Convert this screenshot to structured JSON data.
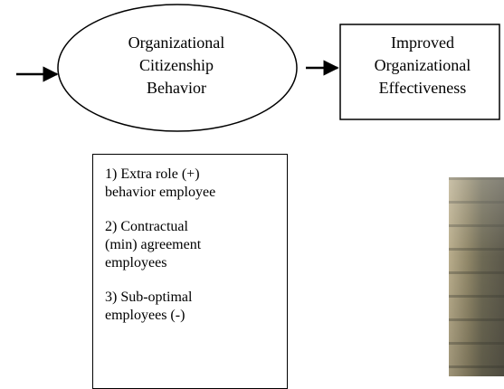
{
  "ellipse": {
    "lines": [
      "Organizational",
      "Citizenship",
      "Behavior"
    ]
  },
  "outcome_box": {
    "lines": [
      "Improved",
      "Organizational",
      "Effectiveness"
    ]
  },
  "employee_types": [
    {
      "lines": [
        "1) Extra role  (+)",
        "behavior employee"
      ]
    },
    {
      "lines": [
        "2) Contractual",
        "(min) agreement",
        "employees"
      ]
    },
    {
      "lines": [
        "3) Sub-optimal",
        "employees (-)"
      ]
    }
  ],
  "colors": {
    "stroke": "#000000",
    "background": "#ffffff"
  }
}
